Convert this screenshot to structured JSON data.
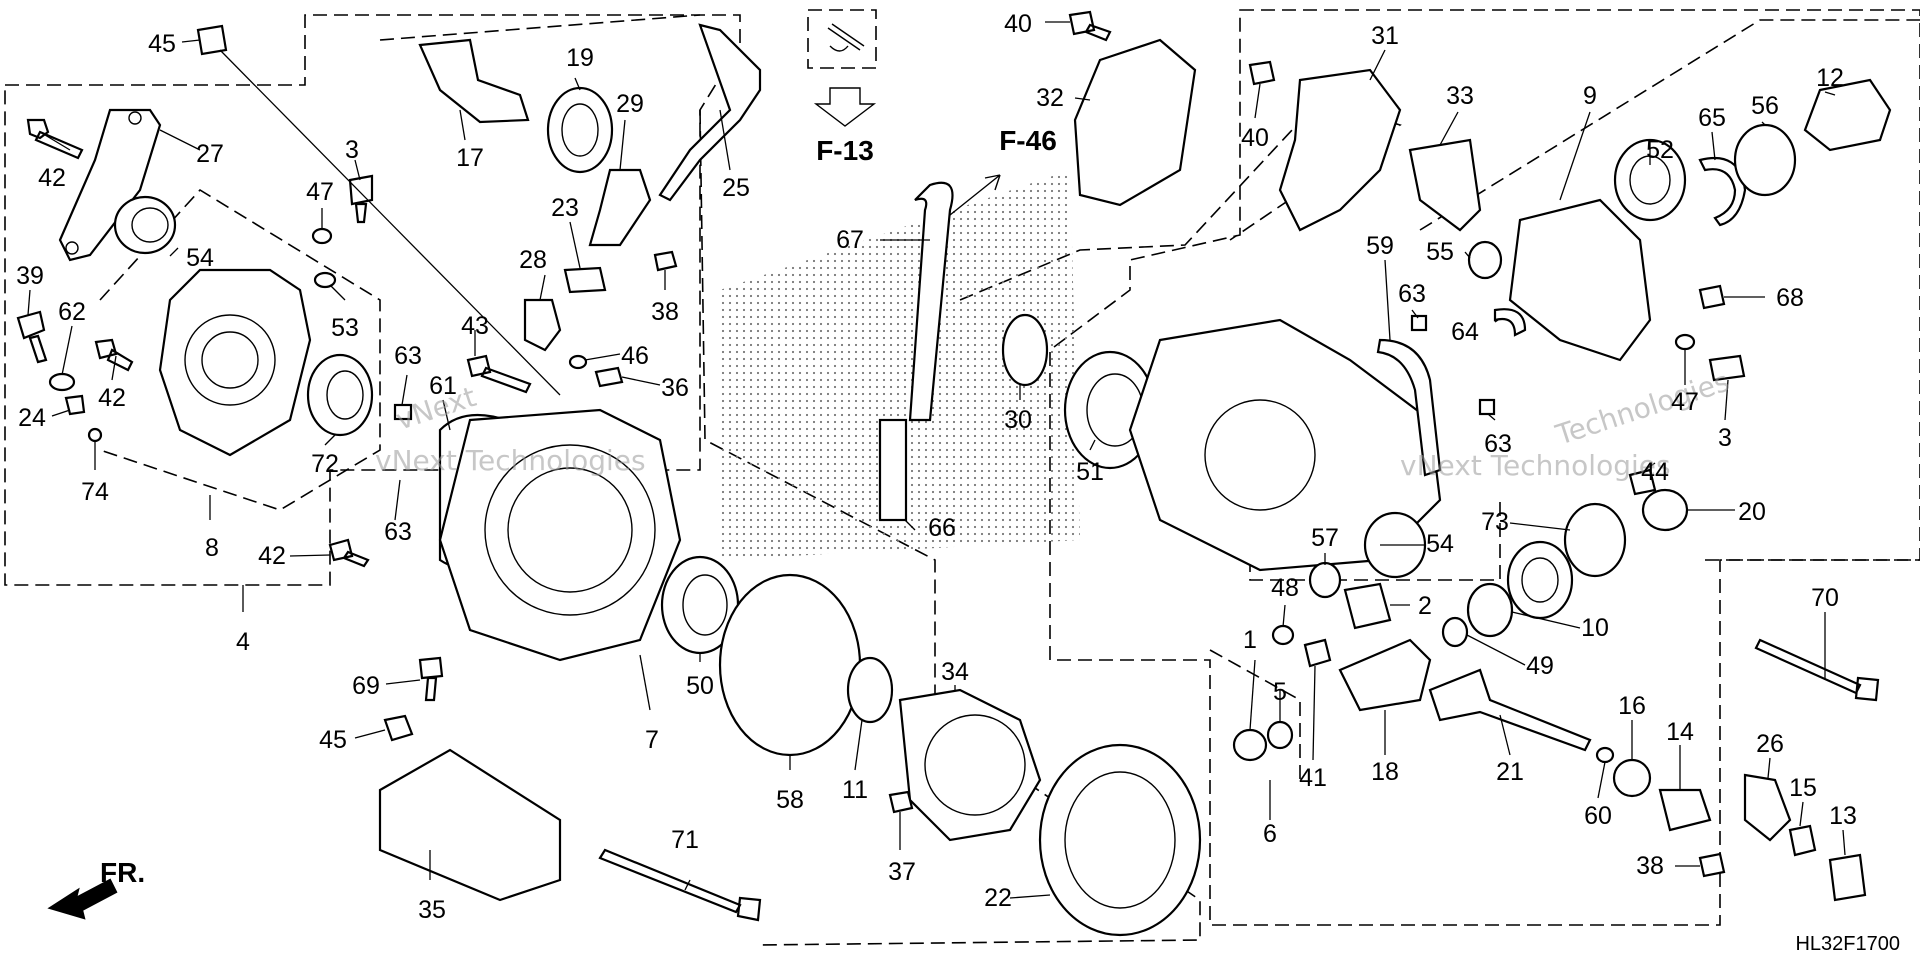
{
  "diagram_code": "HL32F1700",
  "references": {
    "f13": "F-13",
    "f46": "F-46",
    "front": "FR."
  },
  "watermarks": [
    "vNext Technologies",
    "vNext Technologies",
    "vNext",
    "Technologies"
  ],
  "callouts": {
    "c45a": "45",
    "c42a": "42",
    "c27": "27",
    "c17": "17",
    "c19": "19",
    "c29": "29",
    "c25": "25",
    "c3a": "3",
    "c47a": "47",
    "c23": "23",
    "c38a": "38",
    "c54a": "54",
    "c39": "39",
    "c62": "62",
    "c42b": "42",
    "c24": "24",
    "c74": "74",
    "c53": "53",
    "c72": "72",
    "c28": "28",
    "c46": "46",
    "c36": "36",
    "c43": "43",
    "c63a": "63",
    "c61": "61",
    "c8": "8",
    "c63b": "63",
    "c42c": "42",
    "c4": "4",
    "c69": "69",
    "c45b": "45",
    "c35": "35",
    "c71": "71",
    "c7": "7",
    "c50": "50",
    "c58": "58",
    "c11": "11",
    "c34": "34",
    "c37": "37",
    "c22": "22",
    "c67": "67",
    "c66": "66",
    "c30": "30",
    "c40a": "40",
    "c32": "32",
    "c31": "31",
    "c40b": "40",
    "c33": "33",
    "c51": "51",
    "c59": "59",
    "c55": "55",
    "c63c": "63",
    "c64": "64",
    "c63d": "63",
    "c9": "9",
    "c12": "12",
    "c56": "56",
    "c52": "52",
    "c65": "65",
    "c68": "68",
    "c47b": "47",
    "c3b": "3",
    "c44": "44",
    "c20": "20",
    "c73": "73",
    "c54b": "54",
    "c57": "57",
    "c48": "48",
    "c2": "2",
    "c10": "10",
    "c49": "49",
    "c1": "1",
    "c5": "5",
    "c41": "41",
    "c6": "6",
    "c18": "18",
    "c21": "21",
    "c70": "70",
    "c16": "16",
    "c14": "14",
    "c26": "26",
    "c15": "15",
    "c60": "60",
    "c38b": "38",
    "c13": "13"
  }
}
